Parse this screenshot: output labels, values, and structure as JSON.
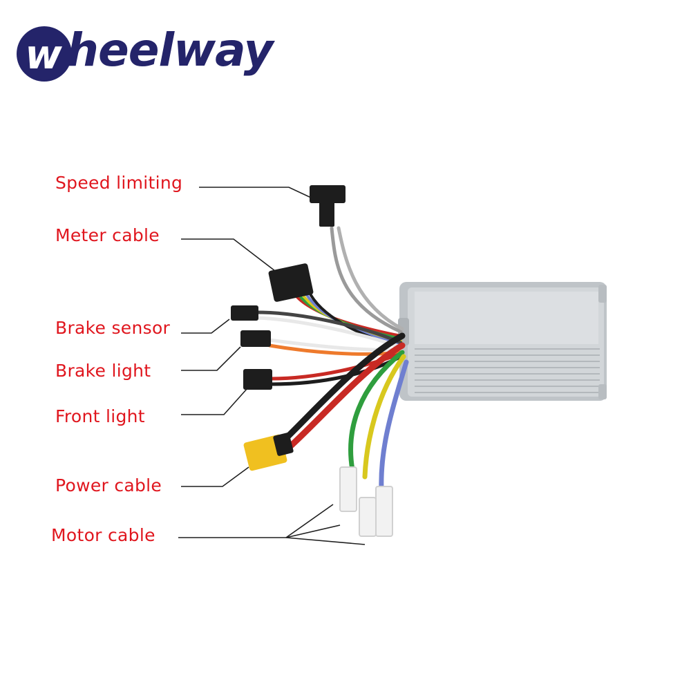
{
  "logo": {
    "text": "heelway",
    "emblem_letter": "w",
    "color": "#24246a"
  },
  "label_color": "#e0161e",
  "labels": {
    "speed_limiting": "Speed limiting",
    "meter_cable": "Meter cable",
    "brake_sensor": "Brake sensor",
    "brake_light": "Brake light",
    "front_light": "Front light",
    "power_cable": "Power cable",
    "motor_cable": "Motor cable"
  },
  "wire_colors": {
    "green": "#2f9e3e",
    "yellow": "#d8c81e",
    "blue": "#6f7fd0",
    "red": "#c82a24",
    "black": "#1d1d1d",
    "orange": "#ee7a2c",
    "white": "#e8e8e8",
    "gray": "#9a9a9a"
  },
  "controller_color": "#c9ced2",
  "connector_xt60_color": "#f0c020"
}
